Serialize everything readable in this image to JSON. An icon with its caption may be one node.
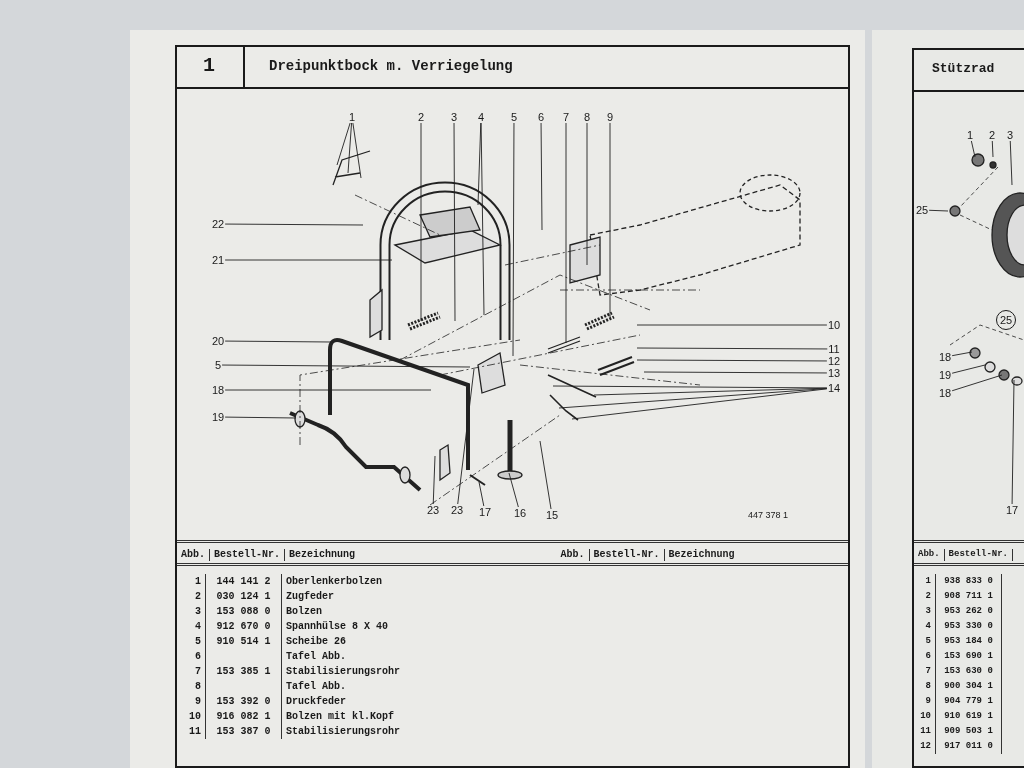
{
  "diagram": {
    "title": "Dreipunktbock m. Verriegelung",
    "nodes": [
      {
        "text": [
          "1"
        ]
      },
      {
        "text": [
          "2"
        ]
      },
      {
        "text": [
          "3"
        ]
      },
      {
        "text": [
          "4"
        ]
      },
      {
        "text": [
          "5"
        ]
      },
      {
        "text": [
          "6"
        ]
      },
      {
        "text": [
          "7"
        ]
      },
      {
        "text": [
          "8"
        ]
      },
      {
        "text": [
          "9"
        ]
      },
      {
        "text": [
          "22"
        ]
      },
      {
        "text": [
          "21"
        ]
      },
      {
        "text": [
          "10"
        ]
      },
      {
        "text": [
          "20"
        ]
      },
      {
        "text": [
          "11"
        ]
      },
      {
        "text": [
          "12"
        ]
      },
      {
        "text": [
          "13"
        ]
      },
      {
        "text": [
          "5"
        ]
      },
      {
        "text": [
          "14"
        ]
      },
      {
        "text": [
          "18"
        ]
      },
      {
        "text": [
          "19"
        ]
      },
      {
        "text": [
          "23"
        ]
      },
      {
        "text": [
          "23"
        ]
      },
      {
        "text": [
          "17"
        ]
      },
      {
        "text": [
          "16"
        ]
      },
      {
        "text": [
          "15"
        ]
      },
      {
        "text": [
          "1"
        ]
      },
      {
        "text": [
          "2"
        ]
      },
      {
        "text": [
          "3"
        ]
      },
      {
        "text": [
          "25"
        ]
      },
      {
        "text": [
          "25"
        ]
      },
      {
        "text": [
          "18"
        ]
      },
      {
        "text": [
          "19"
        ]
      },
      {
        "text": [
          "18"
        ]
      },
      {
        "text": [
          "17"
        ]
      }
    ],
    "edges": [
      {
        "from": 0,
        "to": null,
        "arrow": "none"
      },
      {
        "from": 0,
        "to": null,
        "arrow": "none"
      },
      {
        "from": 0,
        "to": null,
        "arrow": "none"
      },
      {
        "from": 1,
        "to": null,
        "arrow": "none"
      },
      {
        "from": 2,
        "to": null,
        "arrow": "none"
      },
      {
        "from": 3,
        "to": null,
        "arrow": "none"
      },
      {
        "from": 3,
        "to": null,
        "arrow": "none"
      },
      {
        "from": 4,
        "to": null,
        "arrow": "none"
      },
      {
        "from": 5,
        "to": null,
        "arrow": "none"
      },
      {
        "from": 6,
        "to": null,
        "arrow": "none"
      },
      {
        "from": 7,
        "to": null,
        "arrow": "none"
      },
      {
        "from": 8,
        "to": null,
        "arrow": "none"
      },
      {
        "from": 9,
        "to": null,
        "arrow": "none"
      },
      {
        "from": 10,
        "to": null,
        "arrow": "none"
      },
      {
        "from": 11,
        "to": null,
        "arrow": "none"
      },
      {
        "from": 12,
        "to": null,
        "arrow": "none"
      },
      {
        "from": 13,
        "to": null,
        "arrow": "none"
      },
      {
        "from": 14,
        "to": null,
        "arrow": "none"
      },
      {
        "from": 15,
        "to": null,
        "arrow": "none"
      },
      {
        "from": 16,
        "to": null,
        "arrow": "none"
      },
      {
        "from": 17,
        "to": null,
        "arrow": "none"
      },
      {
        "from": 17,
        "to": null,
        "arrow": "none"
      },
      {
        "from": 17,
        "to": null,
        "arrow": "none"
      },
      {
        "from": 17,
        "to": null,
        "arrow": "none"
      },
      {
        "from": 18,
        "to": null,
        "arrow": "none"
      },
      {
        "from": 19,
        "to": null,
        "arrow": "none"
      },
      {
        "from": 20,
        "to": null,
        "arrow": "none"
      },
      {
        "from": 21,
        "to": null,
        "arrow": "none"
      },
      {
        "from": 22,
        "to": null,
        "arrow": "none"
      },
      {
        "from": 23,
        "to": null,
        "arrow": "none"
      },
      {
        "from": 24,
        "to": null,
        "arrow": "none"
      },
      {
        "from": 25,
        "to": null,
        "arrow": "none"
      },
      {
        "from": 26,
        "to": null,
        "arrow": "none"
      },
      {
        "from": 27,
        "to": null,
        "arrow": "none"
      },
      {
        "from": 28,
        "to": null,
        "arrow": "none"
      },
      {
        "from": 30,
        "to": null,
        "arrow": "none"
      },
      {
        "from": 31,
        "to": null,
        "arrow": "none"
      },
      {
        "from": 32,
        "to": null,
        "arrow": "none"
      },
      {
        "from": 33,
        "to": null,
        "arrow": "none"
      }
    ],
    "labels": [
      "1",
      "447 378 1",
      "Abb.",
      "Bestell-Nr.",
      "Bezeichnung",
      "Abb.",
      "Bestell-Nr.",
      "Bezeichnung",
      "1",
      "144 141 2",
      "Oberlenkerbolzen",
      "2",
      "030 124 1",
      "Zugfeder",
      "3",
      "153 088 0",
      "Bolzen",
      "4",
      "912 670 0",
      "Spannhülse 8 X 40",
      "5",
      "910 514 1",
      "Scheibe 26",
      "6",
      "Tafel Abb.",
      "7",
      "153 385 1",
      "Stabilisierungsrohr",
      "8",
      "Tafel Abb.",
      "9",
      "153 392 0",
      "Druckfeder",
      "10",
      "916 082 1",
      "Bolzen mit kl.Kopf",
      "11",
      "153 387 0",
      "Stabilisierungsrohr",
      "Stützrad",
      "Abb.",
      "Bestell-Nr.",
      "1",
      "938 833 0",
      "2",
      "908 711 1",
      "3",
      "953 262 0",
      "4",
      "953 330 0",
      "5",
      "953 184 0",
      "6",
      "153 690 1",
      "7",
      "153 630 0",
      "8",
      "900 304 1",
      "9",
      "904 779 1",
      "10",
      "910 619 1",
      "11",
      "909 503 1",
      "12",
      "917 011 0"
    ]
  }
}
